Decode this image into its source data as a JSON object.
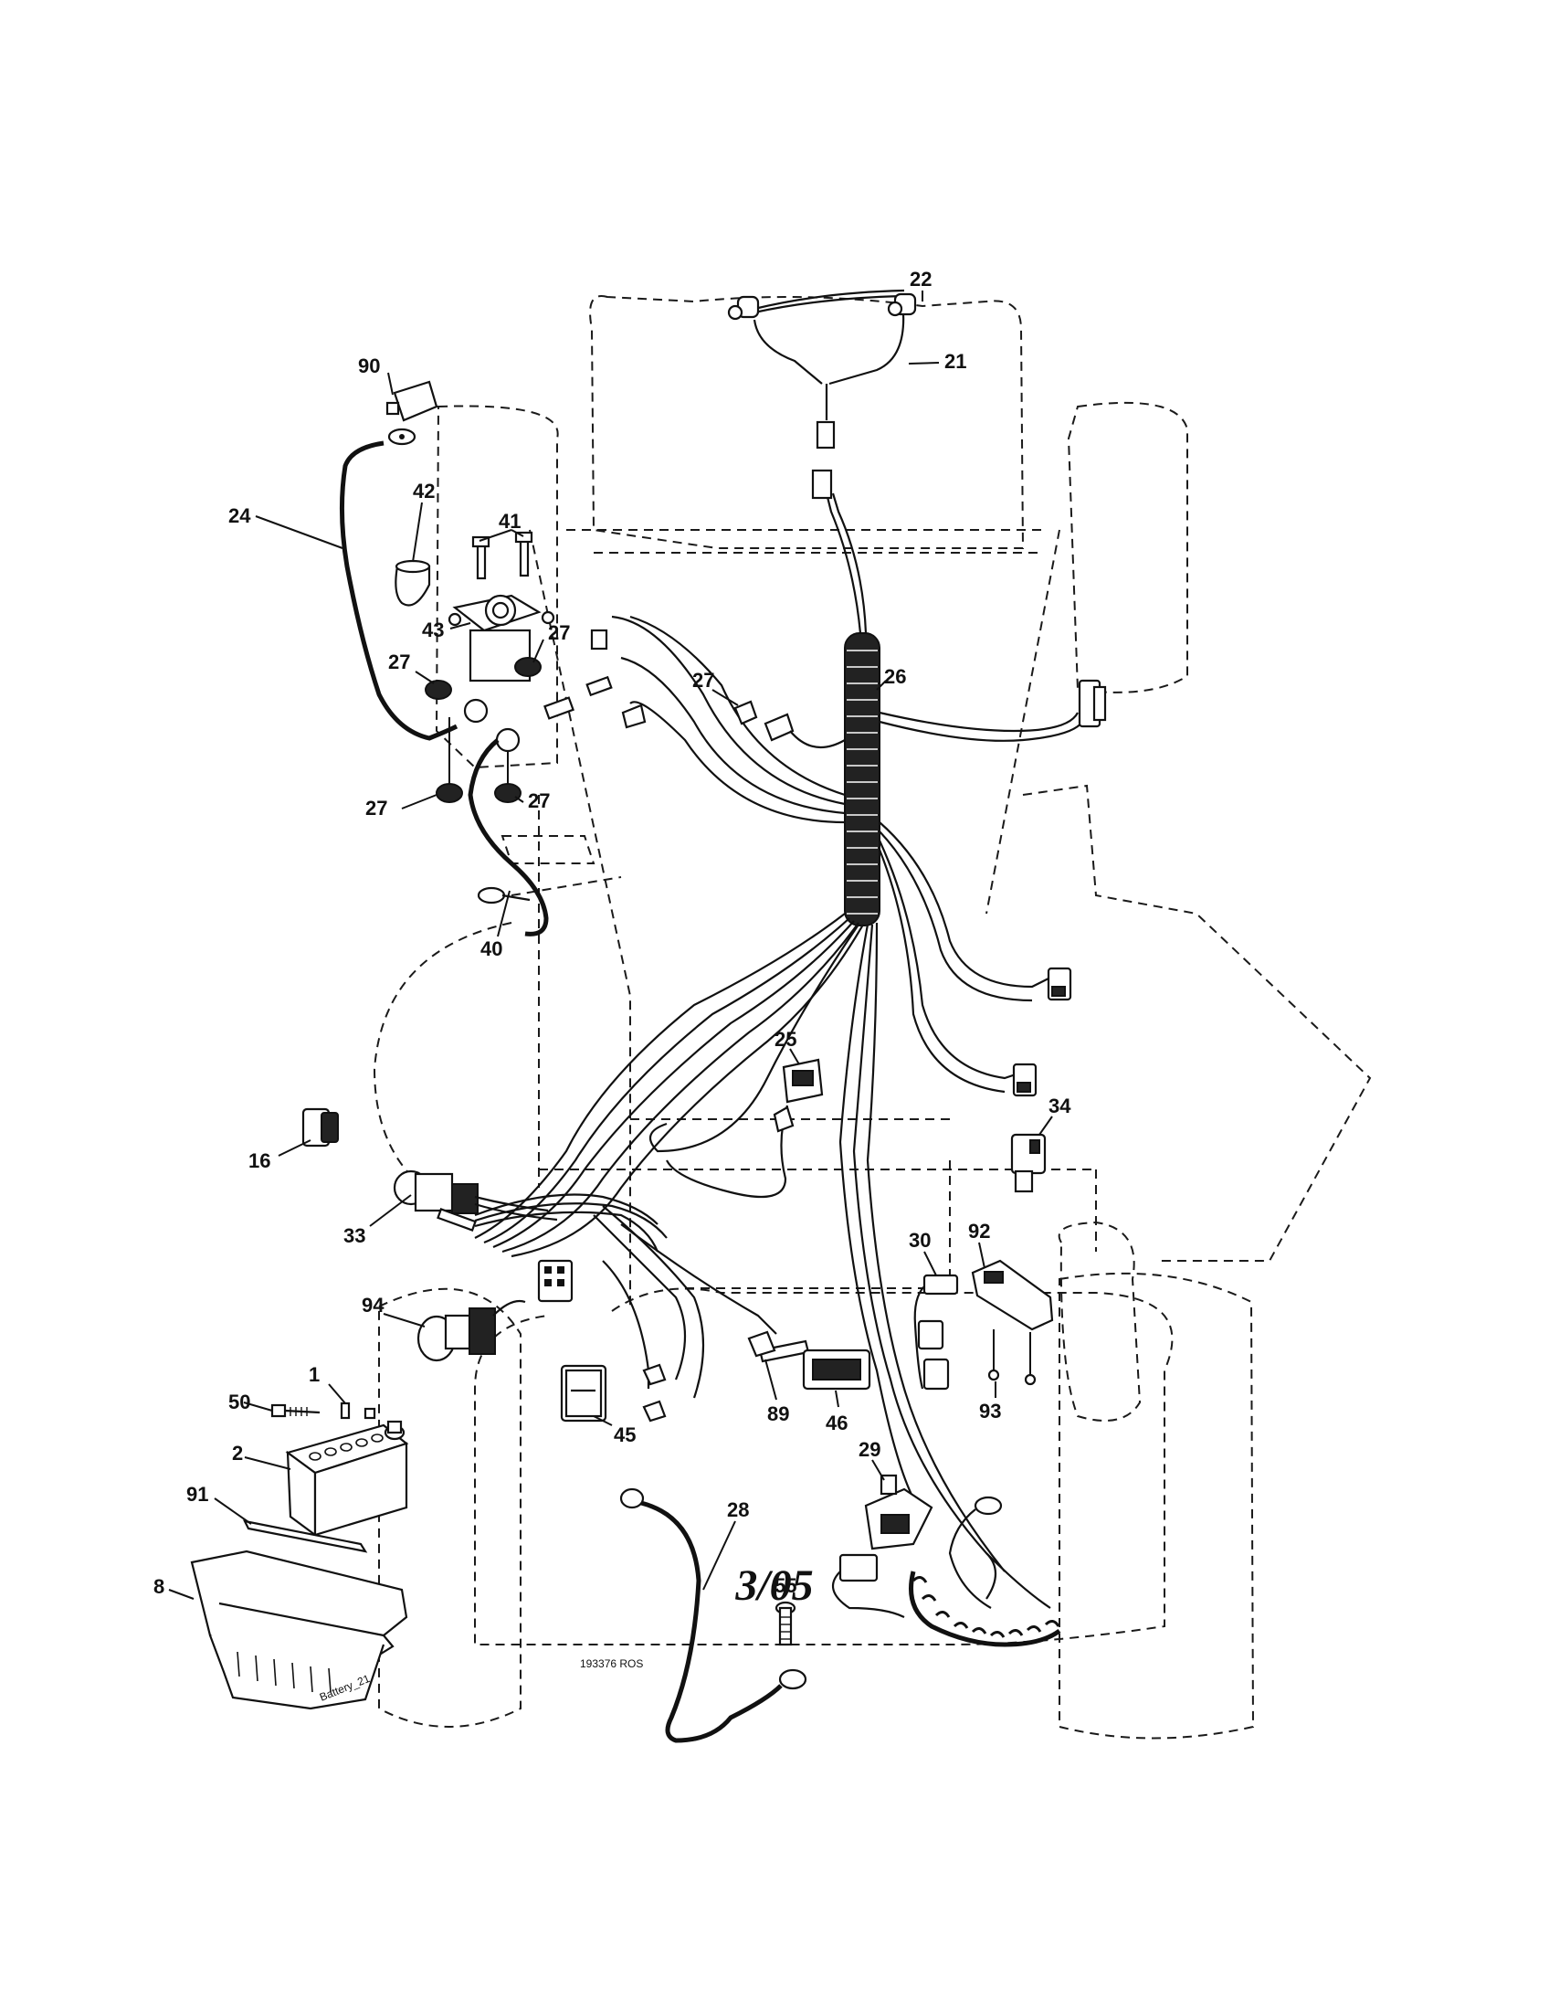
{
  "diagram": {
    "page_number": "3/05",
    "drawing_code": "193376 ROS",
    "battery_box_text": "Battery_21",
    "callouts": [
      {
        "id": "c22",
        "label": "22"
      },
      {
        "id": "c21",
        "label": "21"
      },
      {
        "id": "c90",
        "label": "90"
      },
      {
        "id": "c42",
        "label": "42"
      },
      {
        "id": "c24",
        "label": "24"
      },
      {
        "id": "c41",
        "label": "41"
      },
      {
        "id": "c43",
        "label": "43"
      },
      {
        "id": "c27a",
        "label": "27"
      },
      {
        "id": "c27b",
        "label": "27"
      },
      {
        "id": "c27c",
        "label": "27"
      },
      {
        "id": "c27d",
        "label": "27"
      },
      {
        "id": "c27e",
        "label": "27"
      },
      {
        "id": "c26",
        "label": "26"
      },
      {
        "id": "c40",
        "label": "40"
      },
      {
        "id": "c25",
        "label": "25"
      },
      {
        "id": "c34",
        "label": "34"
      },
      {
        "id": "c16",
        "label": "16"
      },
      {
        "id": "c33",
        "label": "33"
      },
      {
        "id": "c30",
        "label": "30"
      },
      {
        "id": "c92",
        "label": "92"
      },
      {
        "id": "c94",
        "label": "94"
      },
      {
        "id": "c50",
        "label": "50"
      },
      {
        "id": "c2",
        "label": "2"
      },
      {
        "id": "c1",
        "label": "1"
      },
      {
        "id": "c89",
        "label": "89"
      },
      {
        "id": "c46",
        "label": "46"
      },
      {
        "id": "c93",
        "label": "93"
      },
      {
        "id": "c45",
        "label": "45"
      },
      {
        "id": "c29",
        "label": "29"
      },
      {
        "id": "c91",
        "label": "91"
      },
      {
        "id": "c28",
        "label": "28"
      },
      {
        "id": "c55",
        "label": "55"
      },
      {
        "id": "c8",
        "label": "8"
      }
    ]
  }
}
